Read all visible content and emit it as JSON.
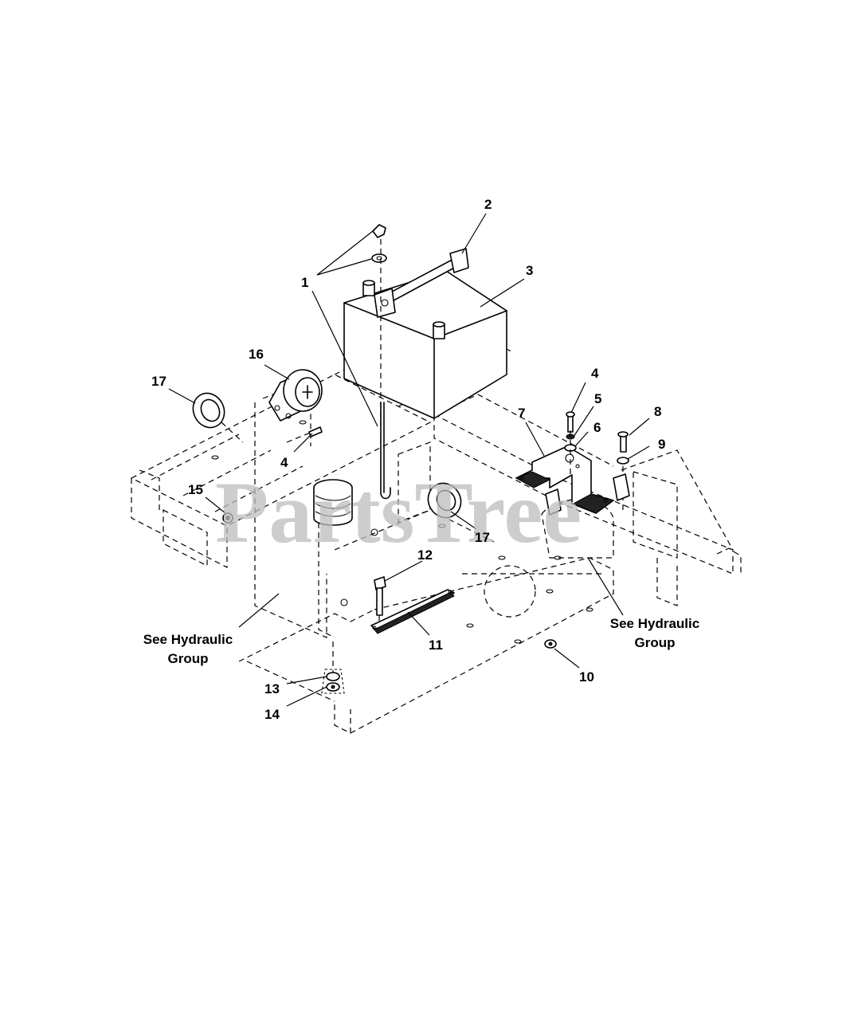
{
  "watermark": "PartsTree",
  "callouts": {
    "c1": "1",
    "c2": "2",
    "c3": "3",
    "c4a": "4",
    "c4b": "4",
    "c5": "5",
    "c6": "6",
    "c7": "7",
    "c8": "8",
    "c9": "9",
    "c10": "10",
    "c11": "11",
    "c12": "12",
    "c13": "13",
    "c14": "14",
    "c15": "15",
    "c16": "16",
    "c17a": "17",
    "c17b": "17"
  },
  "references": {
    "left_line1": "See Hydraulic",
    "left_line2": "Group",
    "right_line1": "See Hydraulic",
    "right_line2": "Group"
  }
}
